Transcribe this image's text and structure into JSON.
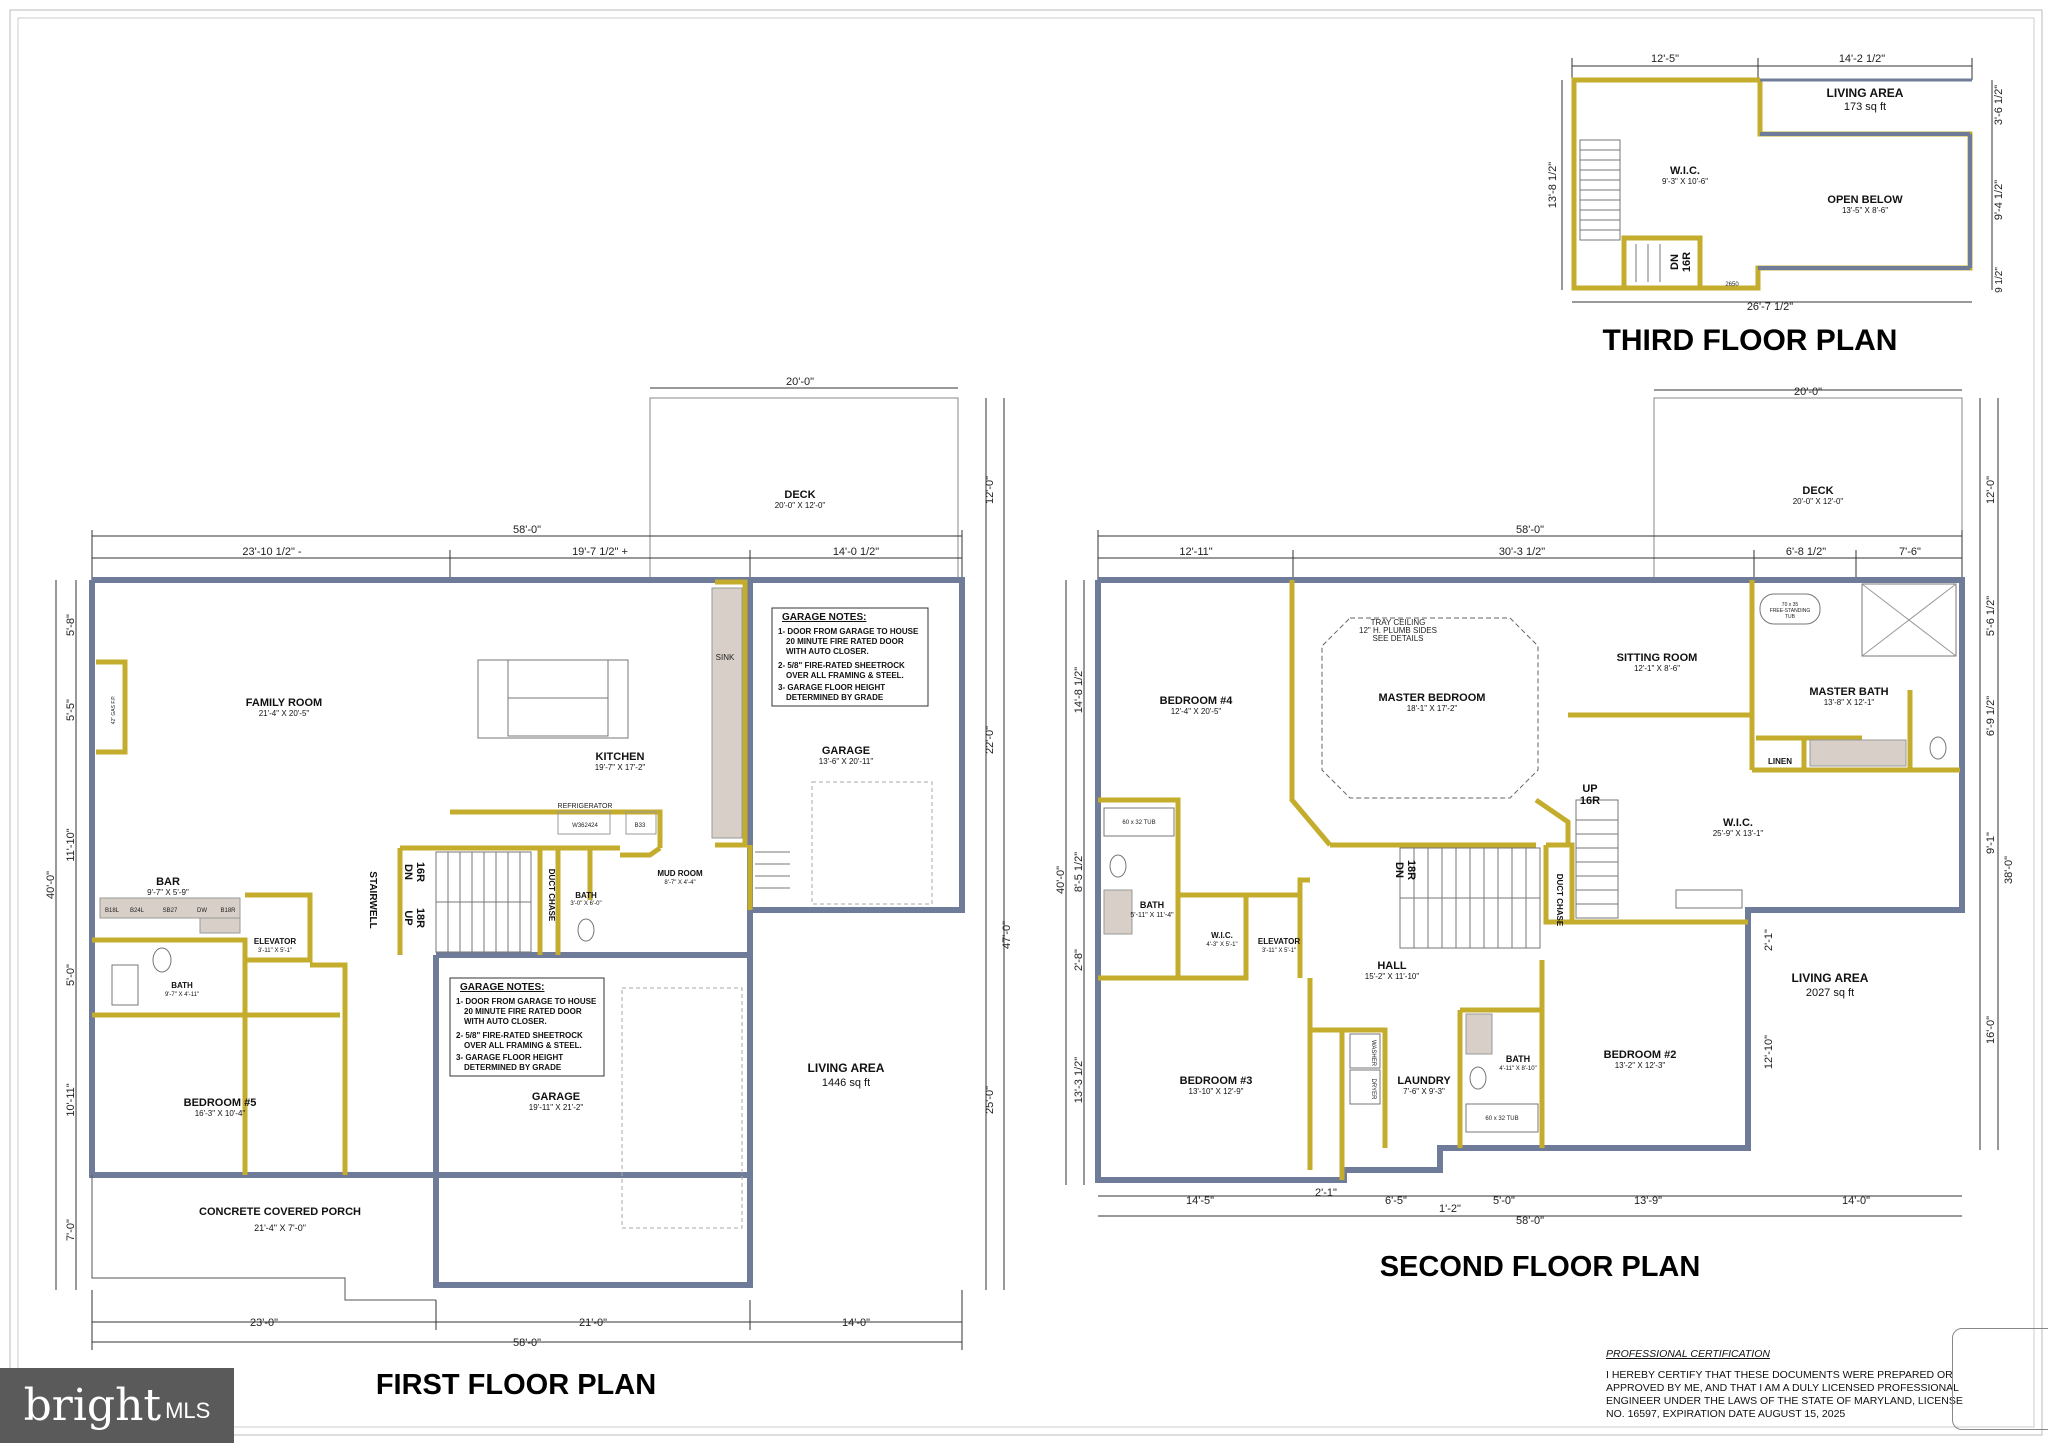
{
  "sheet": {
    "third": {
      "title": "THIRD FLOOR PLAN",
      "rooms": [
        {
          "name": "LIVING AREA",
          "size": "173 sq ft"
        },
        {
          "name": "W.I.C.",
          "size": "9'-3\" X 10'-6\""
        },
        {
          "name": "OPEN BELOW",
          "size": "13'-5\" X 8'-6\""
        }
      ],
      "stair": {
        "dir": "DN",
        "risers": "16R"
      },
      "dims": {
        "top_left": "12'-5\"",
        "top_right": "14'-2 1/2\"",
        "bottom": "26'-7 1/2\"",
        "left": "13'-8 1/2\"",
        "right_a": "3'-6 1/2\"",
        "right_b": "9'-4 1/2\"",
        "right_c": "9 1/2\""
      },
      "window": "2650"
    },
    "first": {
      "title": "FIRST FLOOR PLAN",
      "rooms": [
        {
          "name": "DECK",
          "size": "20'-0\" X 12'-0\""
        },
        {
          "name": "FAMILY ROOM",
          "size": "21'-4\" X 20'-5\""
        },
        {
          "name": "KITCHEN",
          "size": "19'-7\" X 17'-2\""
        },
        {
          "name": "GARAGE",
          "size": "13'-6\" X 20'-11\""
        },
        {
          "name": "BAR",
          "size": "9'-7\" X 5'-9\""
        },
        {
          "name": "ELEVATOR",
          "size": "3'-11\" X 5'-1\""
        },
        {
          "name": "BATH",
          "size": "9'-7\" X 4'-11\""
        },
        {
          "name": "BEDROOM #5",
          "size": "16'-3\" X 10'-4\""
        },
        {
          "name": "STAIRWELL",
          "size": ""
        },
        {
          "name": "MUD ROOM",
          "size": "8'-7\" X 4'-4\""
        },
        {
          "name": "BATH",
          "size": "3'-0\" X 6'-0\""
        },
        {
          "name": "GARAGE",
          "size": "19'-11\" X 21'-2\""
        },
        {
          "name": "LIVING AREA",
          "size": "1446 sq ft"
        },
        {
          "name": "CONCRETE COVERED PORCH",
          "size": "21'-4\" X 7'-0\""
        }
      ],
      "garage_notes": {
        "heading": "GARAGE NOTES:",
        "items": [
          "1- DOOR FROM GARAGE TO HOUSE",
          "20 MINUTE FIRE RATED DOOR",
          "WITH AUTO CLOSER.",
          "2- 5/8\" FIRE-RATED SHEETROCK",
          "OVER ALL FRAMING & STEEL.",
          "3- GARAGE FLOOR HEIGHT",
          "DETERMINED BY GRADE"
        ]
      },
      "stairs": [
        {
          "dir": "DN",
          "risers": "16R"
        },
        {
          "dir": "UP",
          "risers": "18R"
        }
      ],
      "duct": "DUCT CHASE",
      "fixtures": [
        "SINK",
        "REFRIGERATOR",
        "W362424",
        "B33"
      ],
      "dims": {
        "top_total": "58'-0\"",
        "deck": "20'-0\"",
        "top_a": "23'-10 1/2\" -",
        "top_b": "19'-7 1/2\" +",
        "top_c": "14'-0 1/2\"",
        "bottom_a": "23'-0\"",
        "bottom_b": "21'-0\"",
        "bottom_c": "14'-0\"",
        "bottom_total": "58'-0\"",
        "left_a": "5'-8\"",
        "left_b": "5'-5\"",
        "left_c": "11'-10\"",
        "left_d": "5'-0\"",
        "left_e": "10'-11\"",
        "left_f": "7'-0\"",
        "left_total": "40'-0\"",
        "right_a": "12'-0\"",
        "right_b": "22'-0\"",
        "right_c": "25'-0\"",
        "right_total": "47'-0\""
      }
    },
    "second": {
      "title": "SECOND FLOOR PLAN",
      "rooms": [
        {
          "name": "DECK",
          "size": "20'-0\" X 12'-0\""
        },
        {
          "name": "BEDROOM #4",
          "size": "12'-4\" X 20'-5\""
        },
        {
          "name": "MASTER BEDROOM",
          "size": "18'-1\" X 17'-2\""
        },
        {
          "name": "SITTING ROOM",
          "size": "12'-1\" X 8'-6\""
        },
        {
          "name": "MASTER BATH",
          "size": "13'-8\" X 12'-1\""
        },
        {
          "name": "W.I.C.",
          "size": "25'-9\" X 13'-1\""
        },
        {
          "name": "BATH",
          "size": "5'-11\" X 11'-4\""
        },
        {
          "name": "W.I.C.",
          "size": "4'-3\" X 5'-1\""
        },
        {
          "name": "ELEVATOR",
          "size": "3'-11\" X 5'-1\""
        },
        {
          "name": "HALL",
          "size": "15'-2\" X 11'-10\""
        },
        {
          "name": "LINEN",
          "size": ""
        },
        {
          "name": "LIVING AREA",
          "size": "2027 sq ft"
        },
        {
          "name": "BEDROOM #3",
          "size": "13'-10\" X 12'-9\""
        },
        {
          "name": "LAUNDRY",
          "size": "7'-6\" X 9'-3\""
        },
        {
          "name": "BATH",
          "size": "4'-11\" X 8'-10\""
        },
        {
          "name": "BEDROOM #2",
          "size": "13'-2\" X 12'-3\""
        }
      ],
      "tray_note": [
        "TRAY CEILING",
        "12\" H. PLUMB SIDES",
        "SEE DETAILS"
      ],
      "tub_note": [
        "70 x 35",
        "FREE-STANDING",
        "TUB"
      ],
      "stairs": [
        {
          "dir": "DN",
          "risers": "18R"
        },
        {
          "dir": "UP",
          "risers": "16R"
        }
      ],
      "duct": "DUCT CHASE",
      "fixtures": [
        "DRYER",
        "WASHER",
        "60 x 32 TUB"
      ],
      "dims": {
        "top_total": "58'-0\"",
        "deck": "20'-0\"",
        "top_a": "12'-11\"",
        "top_b": "30'-3 1/2\"",
        "top_c": "6'-8 1/2\"",
        "top_d": "7'-6\"",
        "bottom_a": "14'-5\"",
        "bottom_b": "2'-1\"",
        "bottom_c": "6'-5\"",
        "bottom_d": "1'-2\"",
        "bottom_e": "5'-0\"",
        "bottom_f": "13'-9\"",
        "bottom_g": "14'-0\"",
        "bottom_total": "58'-0\"",
        "left_a": "14'-8 1/2\"",
        "left_b": "8'-5 1/2\"",
        "left_c": "2'-8\"",
        "left_d": "13'-3 1/2\"",
        "left_total": "40'-0\"",
        "right_a": "12'-0\"",
        "right_b": "5'-6 1/2\"",
        "right_c": "6'-9 1/2\"",
        "right_d": "9'-1\"",
        "right_e": "2'-1\"",
        "right_f": "16'-0\"",
        "right_total": "38'-0\"",
        "right_g": "12'-10\""
      }
    },
    "certification": {
      "heading": "PROFESSIONAL CERTIFICATION",
      "text": "I HEREBY CERTIFY THAT THESE DOCUMENTS WERE PREPARED OR APPROVED BY ME, AND THAT I AM A DULY LICENSED PROFESSIONAL ENGINEER UNDER THE LAWS OF THE STATE OF MARYLAND, LICENSE NO. 16597, EXPIRATION DATE AUGUST 15, 2025"
    },
    "logo": {
      "brand": "bright",
      "suffix": "MLS"
    }
  }
}
